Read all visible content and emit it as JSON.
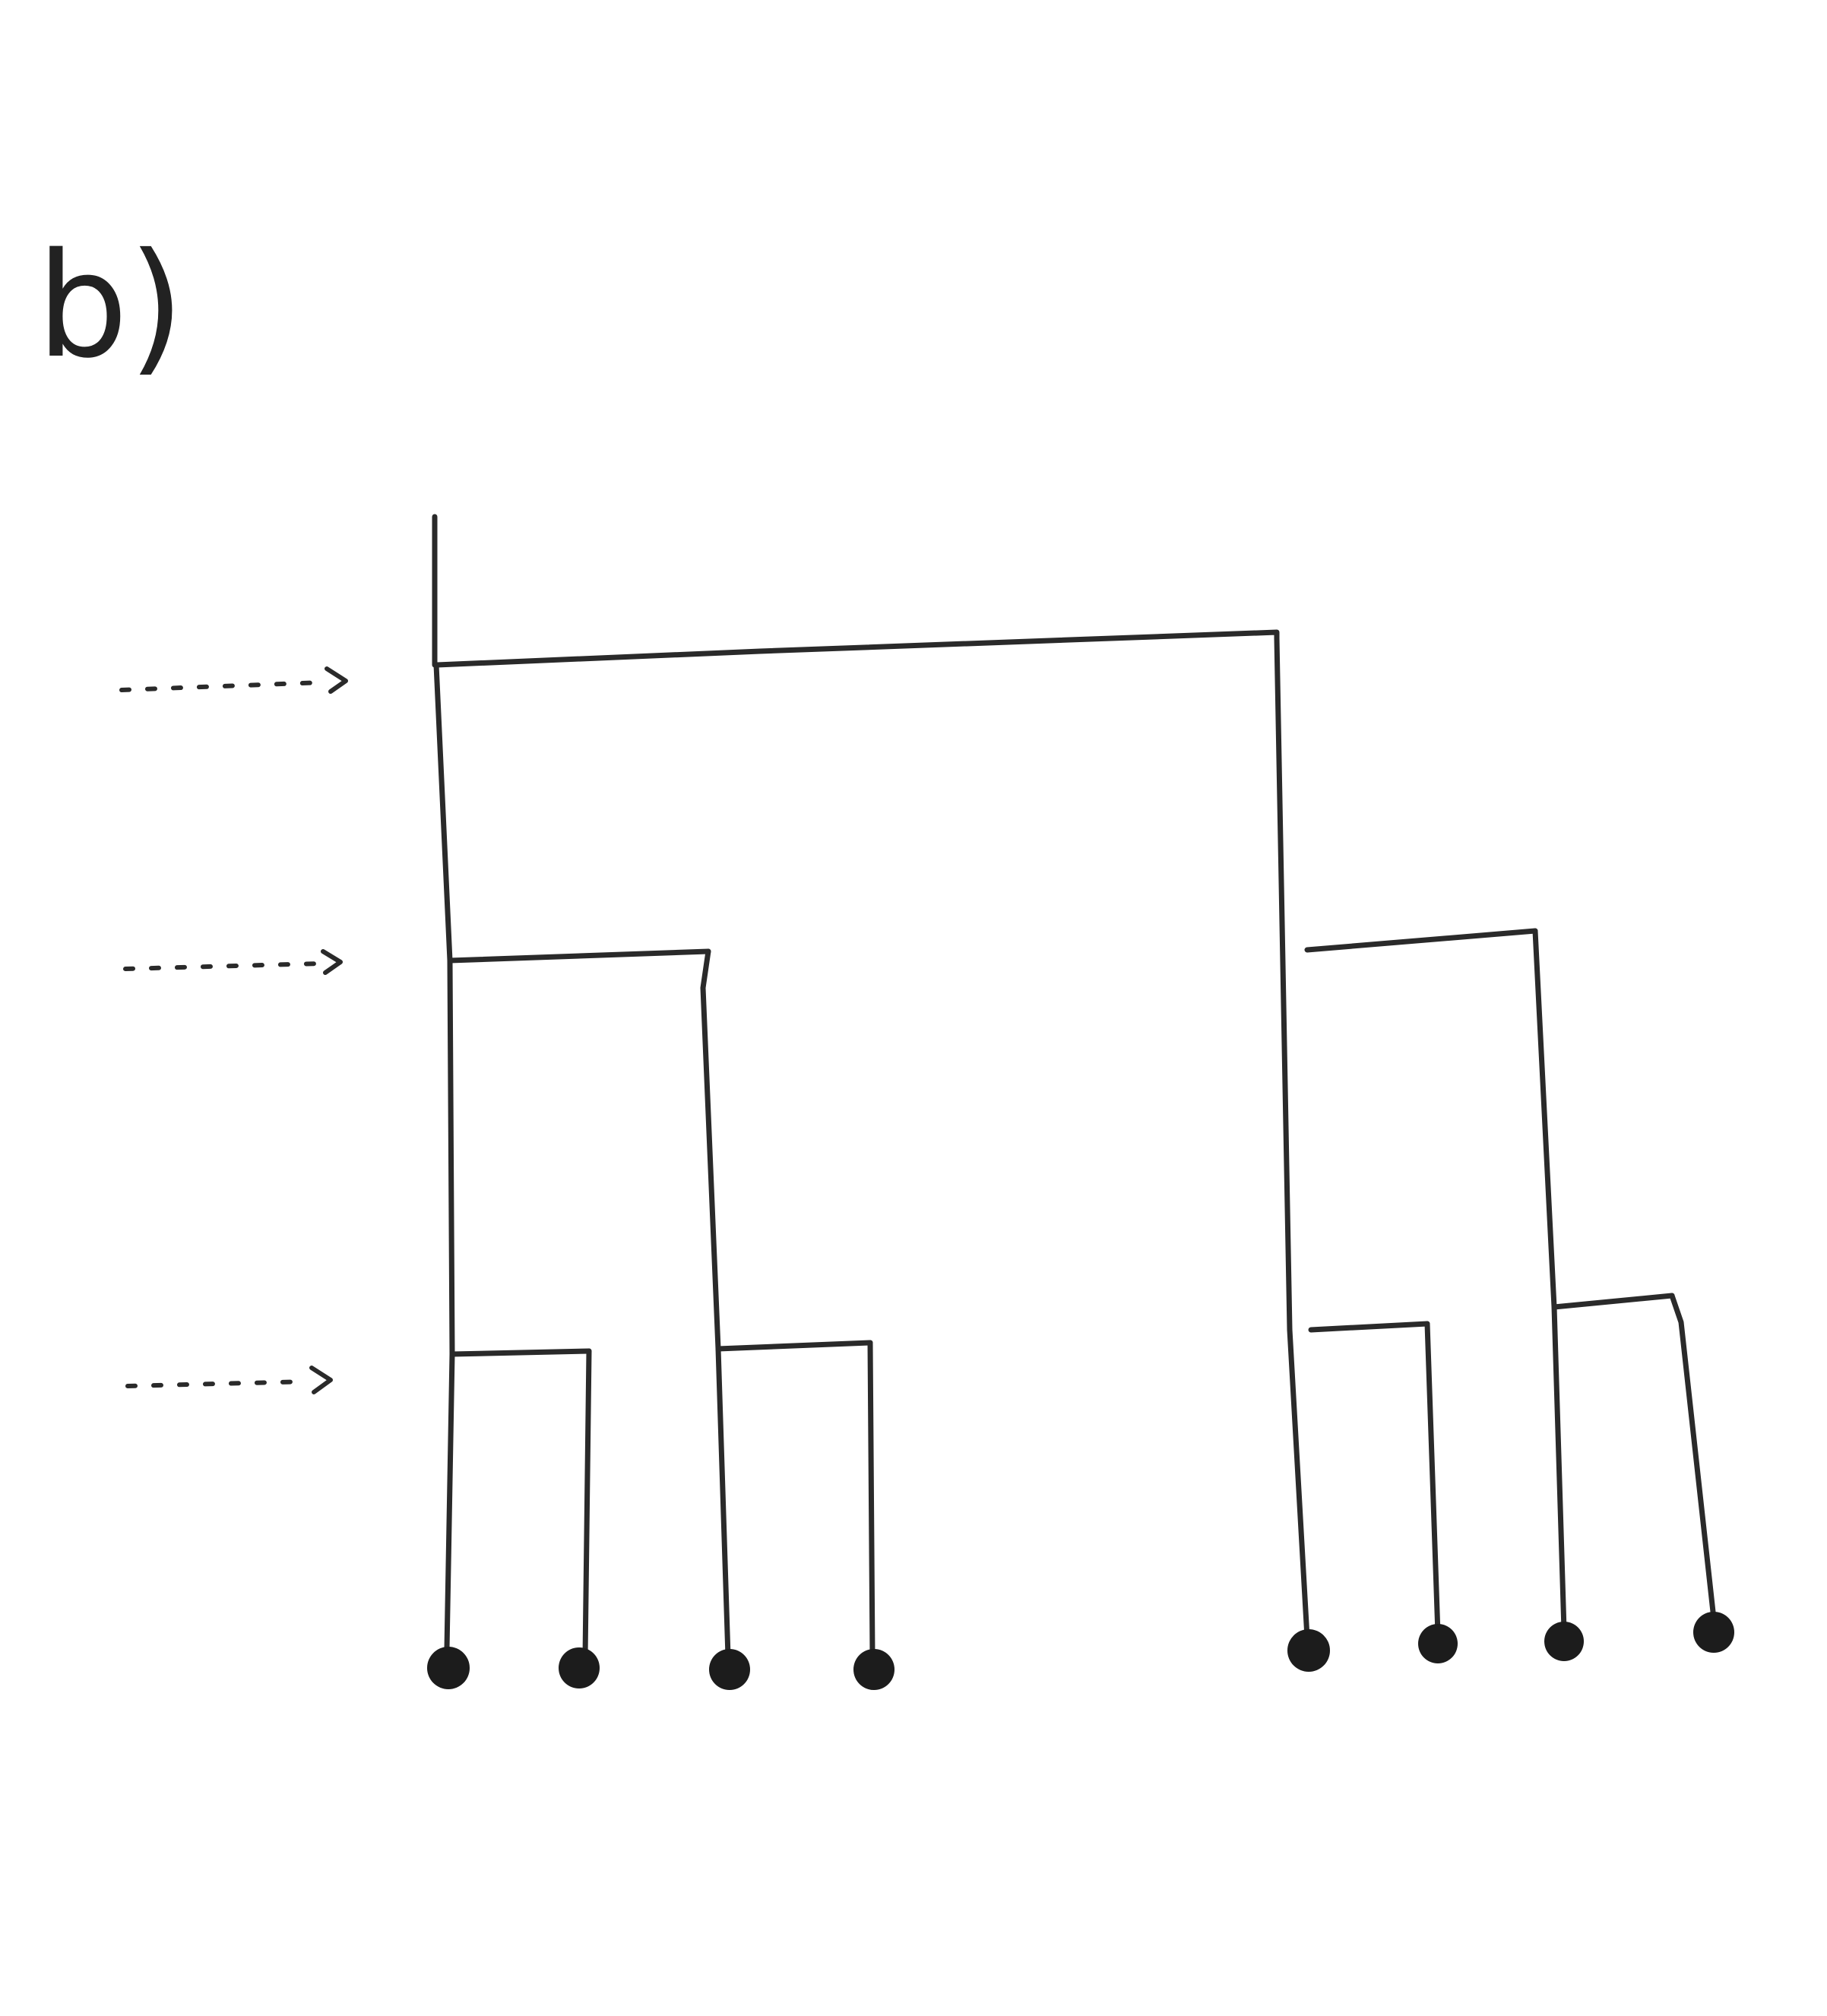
{
  "panel_label": "b)",
  "diagram": {
    "type": "dendrogram",
    "leaf_count": 8,
    "level_arrows": 3,
    "colors": {
      "ink": "#2a2a2a",
      "leaf": "#1c1c1c",
      "background": "#ffffff"
    }
  }
}
